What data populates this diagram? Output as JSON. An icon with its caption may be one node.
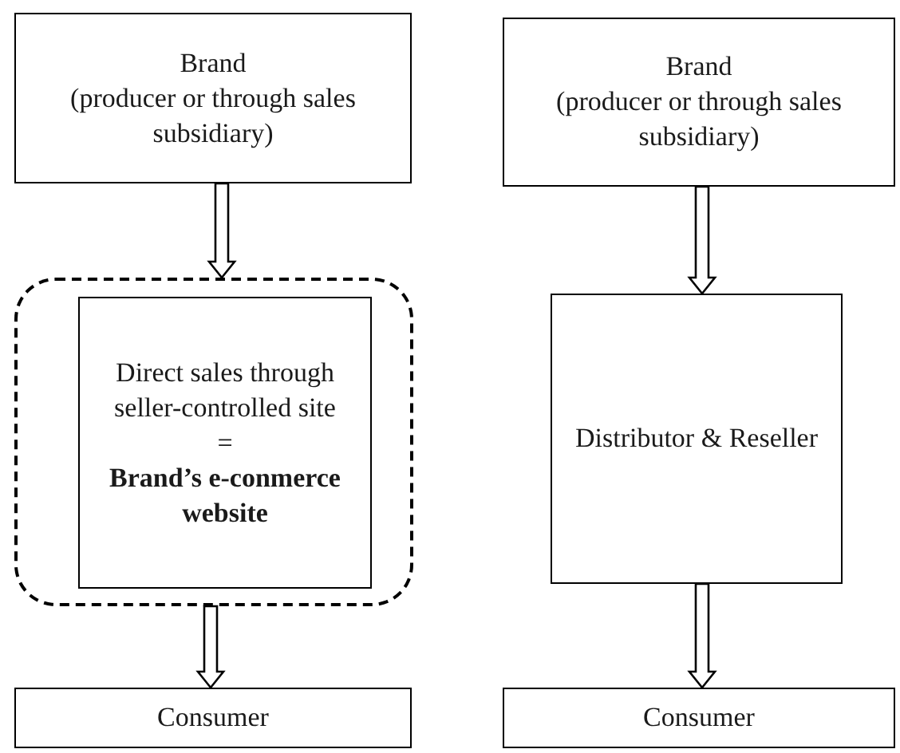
{
  "diagram": {
    "nodes": [
      {
        "text": [
          "Brand",
          "(producer or through sales subsidiary)"
        ]
      },
      {
        "text": [
          "Brand",
          "(producer or through sales subsidiary)"
        ]
      },
      {
        "text": [],
        "shape": "box"
      },
      {
        "text": [
          "Direct sales through seller-controlled site",
          "=",
          "**Brand’s e-conmerce website**"
        ],
        "in": 2
      },
      {
        "text": [
          "Distributor & Reseller"
        ]
      },
      {
        "text": [
          "Consumer"
        ]
      },
      {
        "text": [
          "Consumer"
        ]
      }
    ],
    "edges": [
      {
        "from": 0,
        "to": 2,
        "arrow": "to"
      },
      {
        "from": 1,
        "to": 4,
        "arrow": "to"
      },
      {
        "from": 2,
        "to": 5,
        "arrow": "to"
      },
      {
        "from": 4,
        "to": 6,
        "arrow": "to"
      }
    ]
  }
}
